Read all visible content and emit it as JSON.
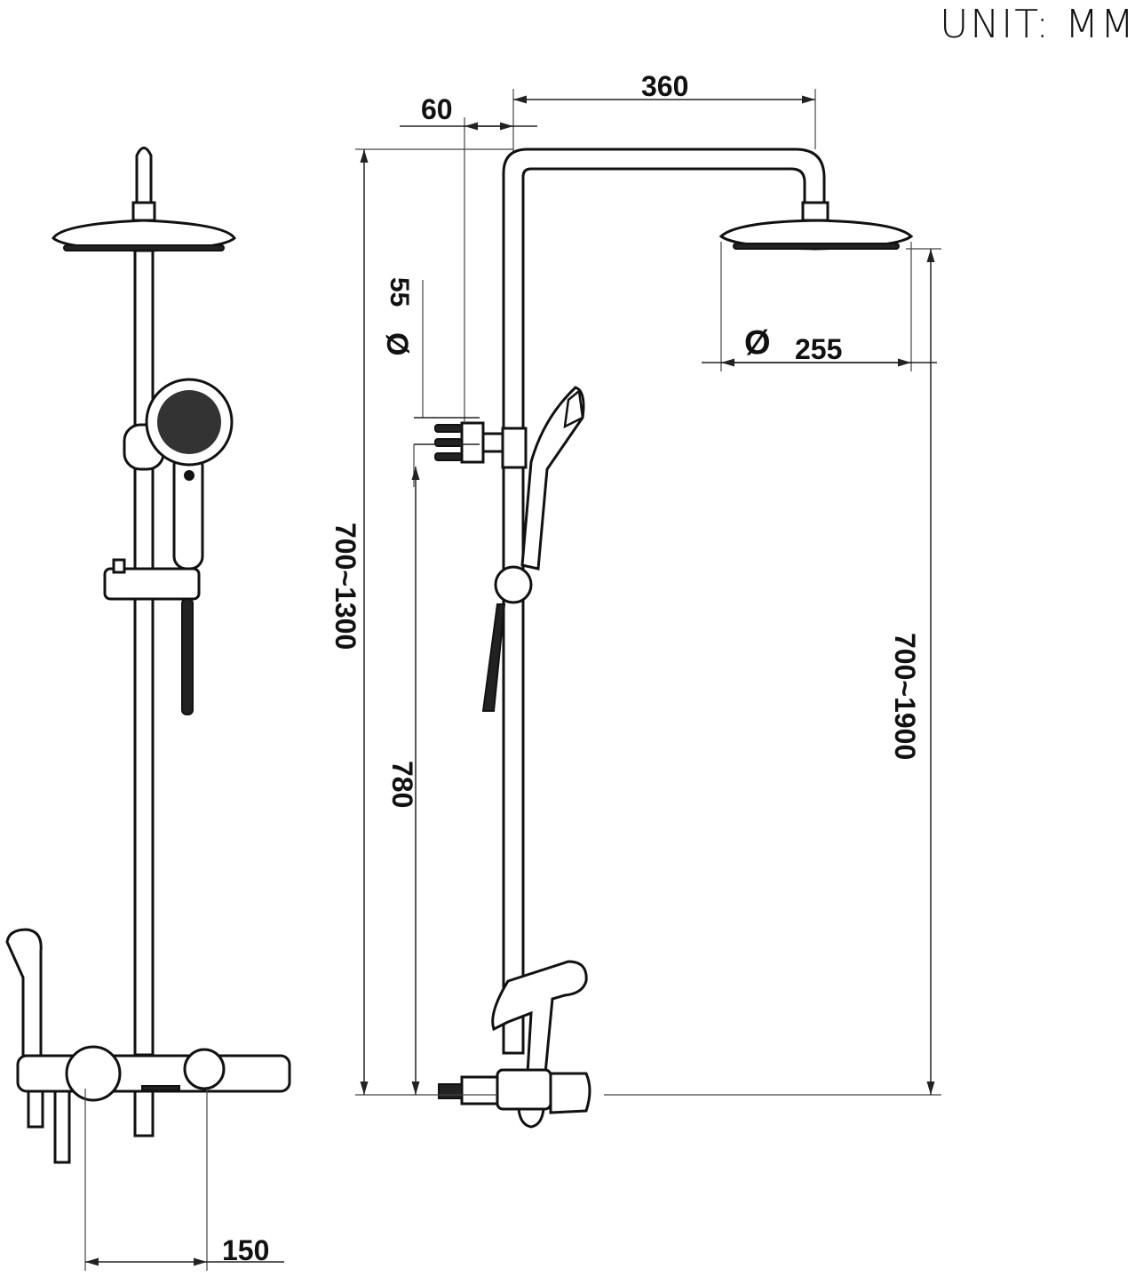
{
  "unit_label": "UNIT: MM",
  "dimensions": {
    "arm_length": "360",
    "arm_offset": "60",
    "bar_diameter_value": "55",
    "head_diameter_value": "255",
    "adjustable_height_left": "700~1300",
    "adjustable_height_right": "700~1900",
    "bracket_height": "780",
    "valve_spacing": "150"
  },
  "symbols": {
    "diameter": "Ø"
  }
}
